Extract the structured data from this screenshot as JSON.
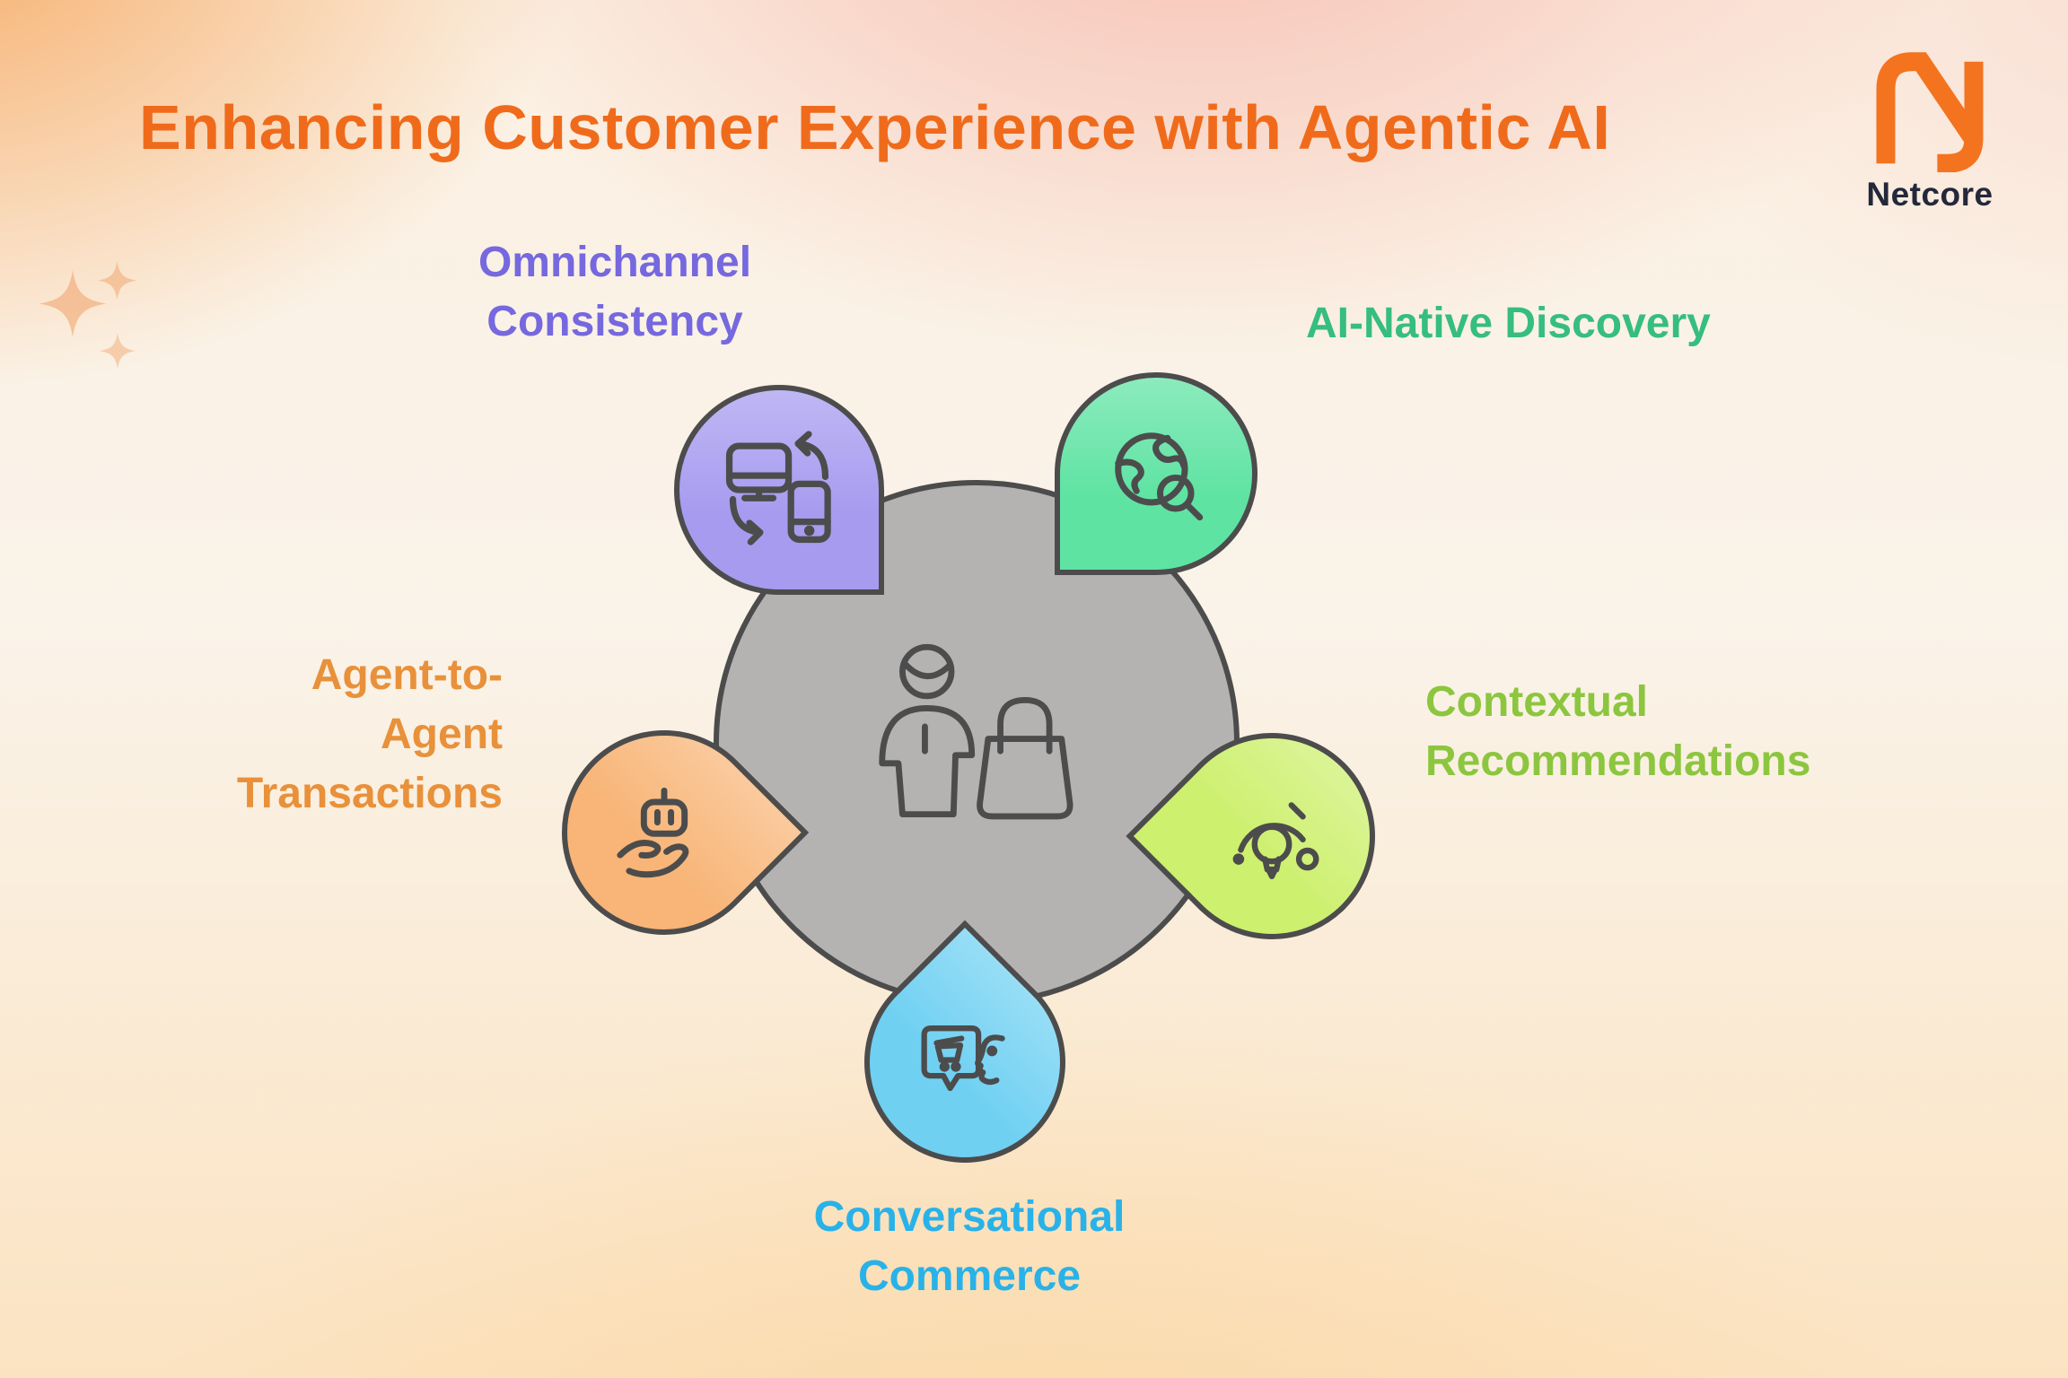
{
  "title": {
    "text": "Enhancing Customer Experience with Agentic AI",
    "color": "#ef6b1b"
  },
  "brand": {
    "name": "Netcore",
    "mark_color": "#f4731f",
    "name_color": "#23283a"
  },
  "center": {
    "icon": "customer-shopping-icon",
    "fill": "#b4b3b2",
    "outline": "#4c4c4c"
  },
  "nodes": [
    {
      "id": "omnichannel-consistency",
      "label": "Omnichannel\nConsistency",
      "position": "top-left",
      "icon": "device-sync-icon",
      "pin_color": "#a79bf0",
      "label_color": "#7668de"
    },
    {
      "id": "ai-native-discovery",
      "label": "AI-Native Discovery",
      "position": "top-right",
      "icon": "globe-search-icon",
      "pin_color": "#5fe3a3",
      "label_color": "#36bd80"
    },
    {
      "id": "agent-to-agent-transactions",
      "label": "Agent-to-\nAgent\nTransactions",
      "position": "left",
      "icon": "robot-hand-icon",
      "pin_color": "#f8b577",
      "label_color": "#e8913a"
    },
    {
      "id": "contextual-recommendations",
      "label": "Contextual\nRecommendations",
      "position": "right",
      "icon": "lightbulb-gauge-icon",
      "pin_color": "#cdf06e",
      "label_color": "#8cc63f"
    },
    {
      "id": "conversational-commerce",
      "label": "Conversational\nCommerce",
      "position": "bottom",
      "icon": "chat-cart-face-icon",
      "pin_color": "#6fd0f2",
      "label_color": "#29b2e8"
    }
  ],
  "decorations": {
    "sparkles_color": "#f0a168"
  }
}
